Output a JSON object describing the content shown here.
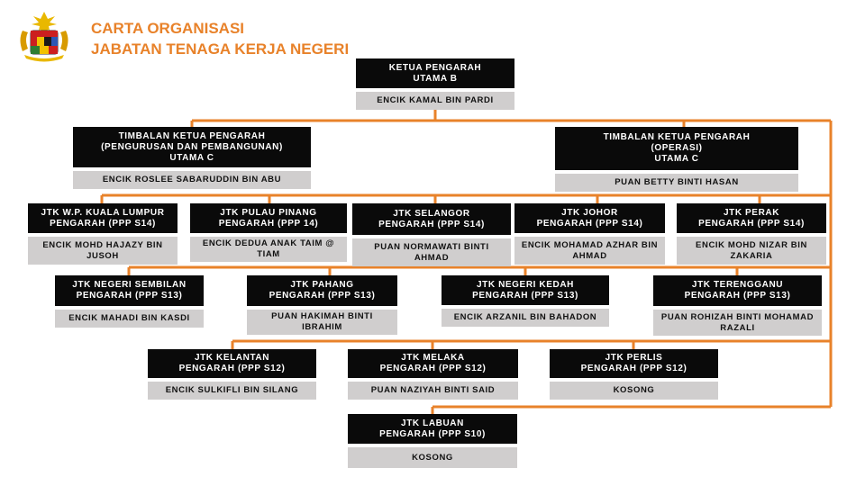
{
  "theme": {
    "accent": "#E8822A",
    "dark": "#0A0A0A",
    "grey": "#D0CECE"
  },
  "header": {
    "title_line1": "CARTA ORGANISASI",
    "title_line2": "JABATAN TENAGA KERJA NEGERI",
    "crest_icon": "malaysia-coat-of-arms-icon"
  },
  "chart": {
    "director": {
      "head": [
        "KETUA PENGARAH",
        "UTAMA B"
      ],
      "name": "ENCIK KAMAL BIN PARDI"
    },
    "deputies": [
      {
        "head": [
          "TIMBALAN KETUA PENGARAH",
          "(PENGURUSAN DAN PEMBANGUNAN)",
          "UTAMA C"
        ],
        "name": "ENCIK ROSLEE SABARUDDIN BIN ABU"
      },
      {
        "head": [
          "TIMBALAN KETUA PENGARAH",
          "(OPERASI)",
          "UTAMA C"
        ],
        "name": "PUAN BETTY BINTI HASAN"
      }
    ],
    "rows": [
      [
        {
          "head": [
            "JTK W.P. KUALA LUMPUR",
            "PENGARAH (PPP S14)"
          ],
          "name": "ENCIK MOHD HAJAZY BIN JUSOH"
        },
        {
          "head": [
            "JTK PULAU PINANG",
            "PENGARAH (PPP 14)"
          ],
          "name": "ENCIK DEDUA ANAK TAIM @ TIAM"
        },
        {
          "head": [
            "JTK SELANGOR",
            "PENGARAH (PPP S14)"
          ],
          "name": "PUAN NORMAWATI BINTI AHMAD"
        },
        {
          "head": [
            "JTK JOHOR",
            "PENGARAH (PPP S14)"
          ],
          "name": "ENCIK MOHAMAD AZHAR BIN AHMAD"
        },
        {
          "head": [
            "JTK PERAK",
            "PENGARAH (PPP S14)"
          ],
          "name": "ENCIK MOHD NIZAR BIN ZAKARIA"
        }
      ],
      [
        {
          "head": [
            "JTK NEGERI SEMBILAN",
            "PENGARAH (PPP S13)"
          ],
          "name": "ENCIK MAHADI BIN KASDI"
        },
        {
          "head": [
            "JTK PAHANG",
            "PENGARAH (PPP S13)"
          ],
          "name": "PUAN HAKIMAH BINTI IBRAHIM"
        },
        {
          "head": [
            "JTK NEGERI KEDAH",
            "PENGARAH (PPP S13)"
          ],
          "name": "ENCIK ARZANIL BIN BAHADON"
        },
        {
          "head": [
            "JTK TERENGGANU",
            "PENGARAH (PPP S13)"
          ],
          "name": "PUAN ROHIZAH BINTI MOHAMAD RAZALI"
        }
      ],
      [
        {
          "head": [
            "JTK KELANTAN",
            "PENGARAH (PPP S12)"
          ],
          "name": "ENCIK SULKIFLI BIN SILANG"
        },
        {
          "head": [
            "JTK MELAKA",
            "PENGARAH (PPP S12)"
          ],
          "name": "PUAN NAZIYAH BINTI SAID"
        },
        {
          "head": [
            "JTK PERLIS",
            "PENGARAH (PPP S12)"
          ],
          "name": "KOSONG"
        }
      ],
      [
        {
          "head": [
            "JTK LABUAN",
            "PENGARAH (PPP S10)"
          ],
          "name": "KOSONG"
        }
      ]
    ]
  }
}
